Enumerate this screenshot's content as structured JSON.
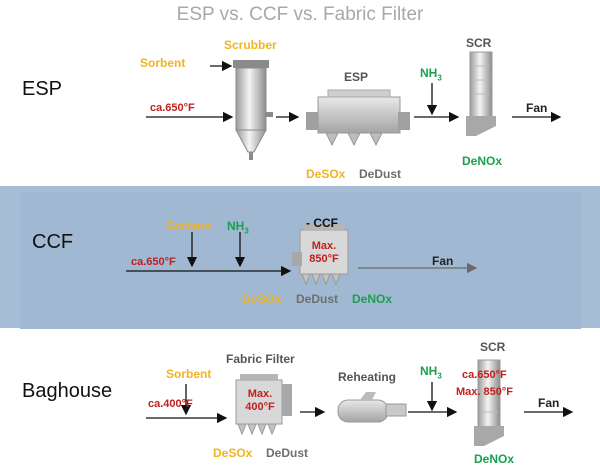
{
  "title": "ESP vs. CCF vs. Fabric Filter",
  "rows": {
    "esp": {
      "label": "ESP",
      "sorbent": "Sorbent",
      "scrubber": "Scrubber",
      "temp": "ca.650°F",
      "esp_label": "ESP",
      "nh3": "NH",
      "nh3_sub": "3",
      "scr": "SCR",
      "fan": "Fan",
      "desox": "DeSOx",
      "dedust": "DeDust",
      "denox": "DeNOx"
    },
    "ccf": {
      "label": "CCF",
      "sorbent": "Sorbent",
      "nh3": "NH",
      "nh3_sub": "3",
      "temp": "ca.650°F",
      "ccf_label": "- CCF",
      "max_line1": "Max.",
      "max_line2": "850°F",
      "fan": "Fan",
      "desox": "DeSOx",
      "dedust": "DeDust",
      "denox": "DeNOx"
    },
    "baghouse": {
      "label": "Baghouse",
      "sorbent": "Sorbent",
      "temp": "ca.400°F",
      "fabric_filter": "Fabric Filter",
      "max_line1": "Max.",
      "max_line2": "400°F",
      "reheating": "Reheating",
      "nh3": "NH",
      "nh3_sub": "3",
      "scr": "SCR",
      "scr_temp": "ca.650°F",
      "scr_max": "Max. 850°F",
      "fan": "Fan",
      "desox": "DeSOx",
      "dedust": "DeDust",
      "denox": "DeNOx"
    }
  },
  "colors": {
    "sorbent": "#f0b323",
    "reagent": "#19a050",
    "temperature": "#c0201e",
    "band": "#a6bdd6"
  }
}
